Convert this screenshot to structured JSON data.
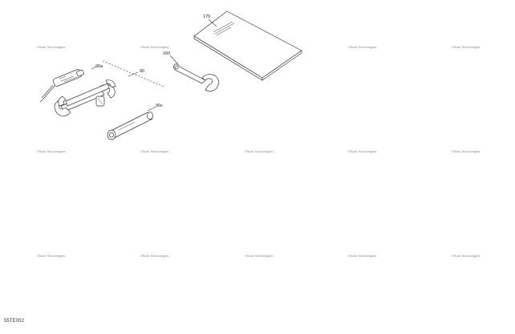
{
  "diagram": {
    "callouts": {
      "book": "170",
      "spanner": "160",
      "kit": "90",
      "screwdriver": "90a",
      "socket": "90c"
    },
    "watermark": "©Bost Technologies",
    "watermark_count": 15,
    "figure_code": "55TE002"
  }
}
